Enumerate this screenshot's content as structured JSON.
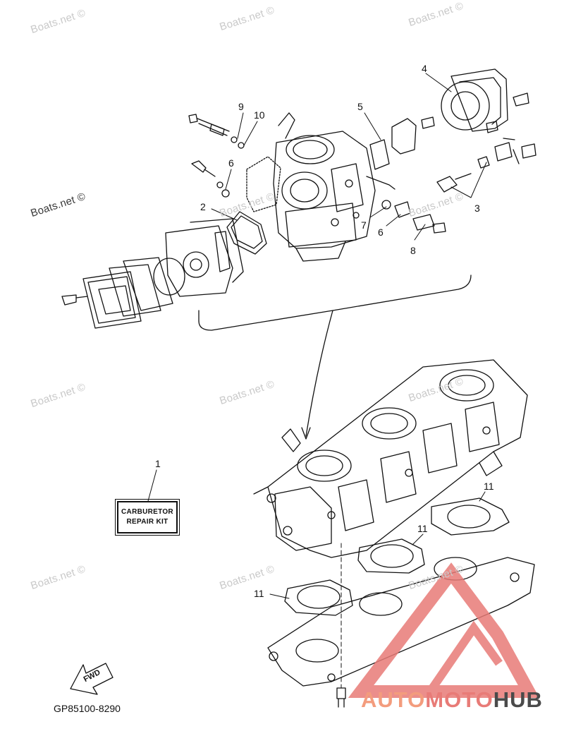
{
  "watermarks": [
    "Boats.net ©",
    "Boats.net ©",
    "Boats.net ©",
    "Boats.net ©",
    "Boats.net ©",
    "Boats.net ©",
    "Boats.net ©",
    "Boats.net ©",
    "Boats.net ©",
    "Boats.net ©",
    "Boats.net ©",
    "Boats.net ©"
  ],
  "callouts": [
    "9",
    "10",
    "6",
    "2",
    "5",
    "4",
    "3",
    "7",
    "6",
    "8",
    "1",
    "11",
    "11",
    "11"
  ],
  "kit_label": [
    "CARBURETOR",
    "REPAIR KIT"
  ],
  "fwd_label": "FWD",
  "diagram_code": "GP85100-8290",
  "brand": {
    "part1": "AUTO",
    "part2": "MOTO",
    "part3": "HUB"
  },
  "colors": {
    "line": "#111111",
    "watermark": "#c9c9c9",
    "logo_red": "#e87b77",
    "logo_orange": "#f39c7d",
    "logo_gray": "#4a4a4a"
  }
}
